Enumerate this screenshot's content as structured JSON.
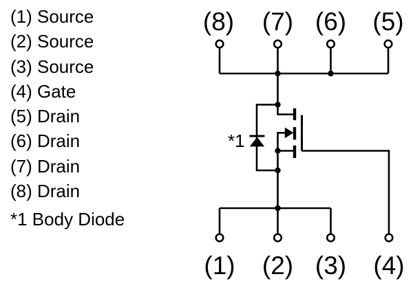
{
  "pin_list": {
    "items": [
      "(1) Source",
      "(2) Source",
      "(3) Source",
      "(4) Gate",
      "(5) Drain",
      "(6) Drain",
      "(7) Drain",
      "(8) Drain"
    ],
    "note": "*1 Body Diode"
  },
  "schematic": {
    "top_pins": [
      "(8)",
      "(7)",
      "(6)",
      "(5)"
    ],
    "bottom_pins": [
      "(1)",
      "(2)",
      "(3)",
      "(4)"
    ],
    "body_diode_label": "*1"
  },
  "colors": {
    "line": "#000000",
    "background": "#ffffff"
  }
}
